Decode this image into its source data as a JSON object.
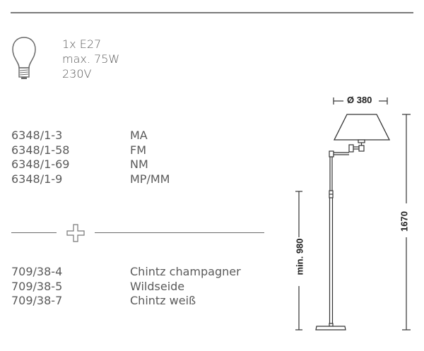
{
  "bulb": {
    "icon": "light-bulb-icon",
    "specs": [
      "1x E27",
      "max. 75W",
      "230V"
    ]
  },
  "articles": [
    {
      "code": "6348/1-3",
      "finish": "MA"
    },
    {
      "code": "6348/1-58",
      "finish": "FM"
    },
    {
      "code": "6348/1-69",
      "finish": "NM"
    },
    {
      "code": "6348/1-9",
      "finish": "MP/MM"
    }
  ],
  "divider": {
    "icon": "plus-icon"
  },
  "shades": [
    {
      "code": "709/38-4",
      "material": "Chintz champagner"
    },
    {
      "code": "709/38-5",
      "material": "Wildseide"
    },
    {
      "code": "709/38-7",
      "material": "Chintz weiß"
    }
  ],
  "drawing": {
    "shade_diameter_label": "Ø 380",
    "min_height_label": "min. 980",
    "total_height_label": "1670",
    "line_color": "#333333"
  }
}
